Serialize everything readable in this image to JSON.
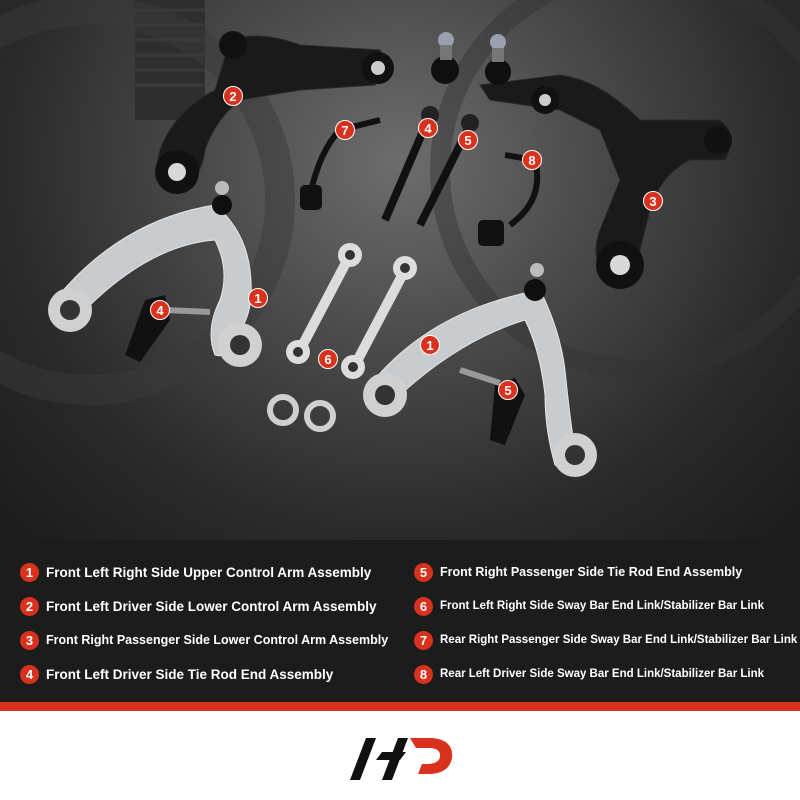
{
  "legend": {
    "items": [
      {
        "number": "1",
        "label": "Front Left Right Side Upper Control Arm Assembly"
      },
      {
        "number": "2",
        "label": "Front Left Driver Side Lower Control Arm Assembly"
      },
      {
        "number": "3",
        "label": "Front Right Passenger Side Lower Control Arm Assembly"
      },
      {
        "number": "4",
        "label": "Front Left Driver Side Tie Rod End Assembly"
      },
      {
        "number": "5",
        "label": "Front Right Passenger Side Tie Rod End Assembly"
      },
      {
        "number": "6",
        "label": "Front Left Right Side Sway Bar End Link/Stabilizer Bar Link"
      },
      {
        "number": "7",
        "label": "Rear Right Passenger Side Sway Bar End Link/Stabilizer Bar Link"
      },
      {
        "number": "8",
        "label": "Rear Left Driver Side Sway Bar End Link/Stabilizer Bar Link"
      }
    ]
  },
  "callouts": [
    "2",
    "7",
    "4",
    "5",
    "8",
    "3",
    "4",
    "1",
    "6",
    "1",
    "5"
  ],
  "colors": {
    "accent": "#d8321e",
    "background": "#1c1c1c",
    "footer": "#ffffff"
  },
  "logo": {
    "icon": "brand-logo-icon"
  }
}
